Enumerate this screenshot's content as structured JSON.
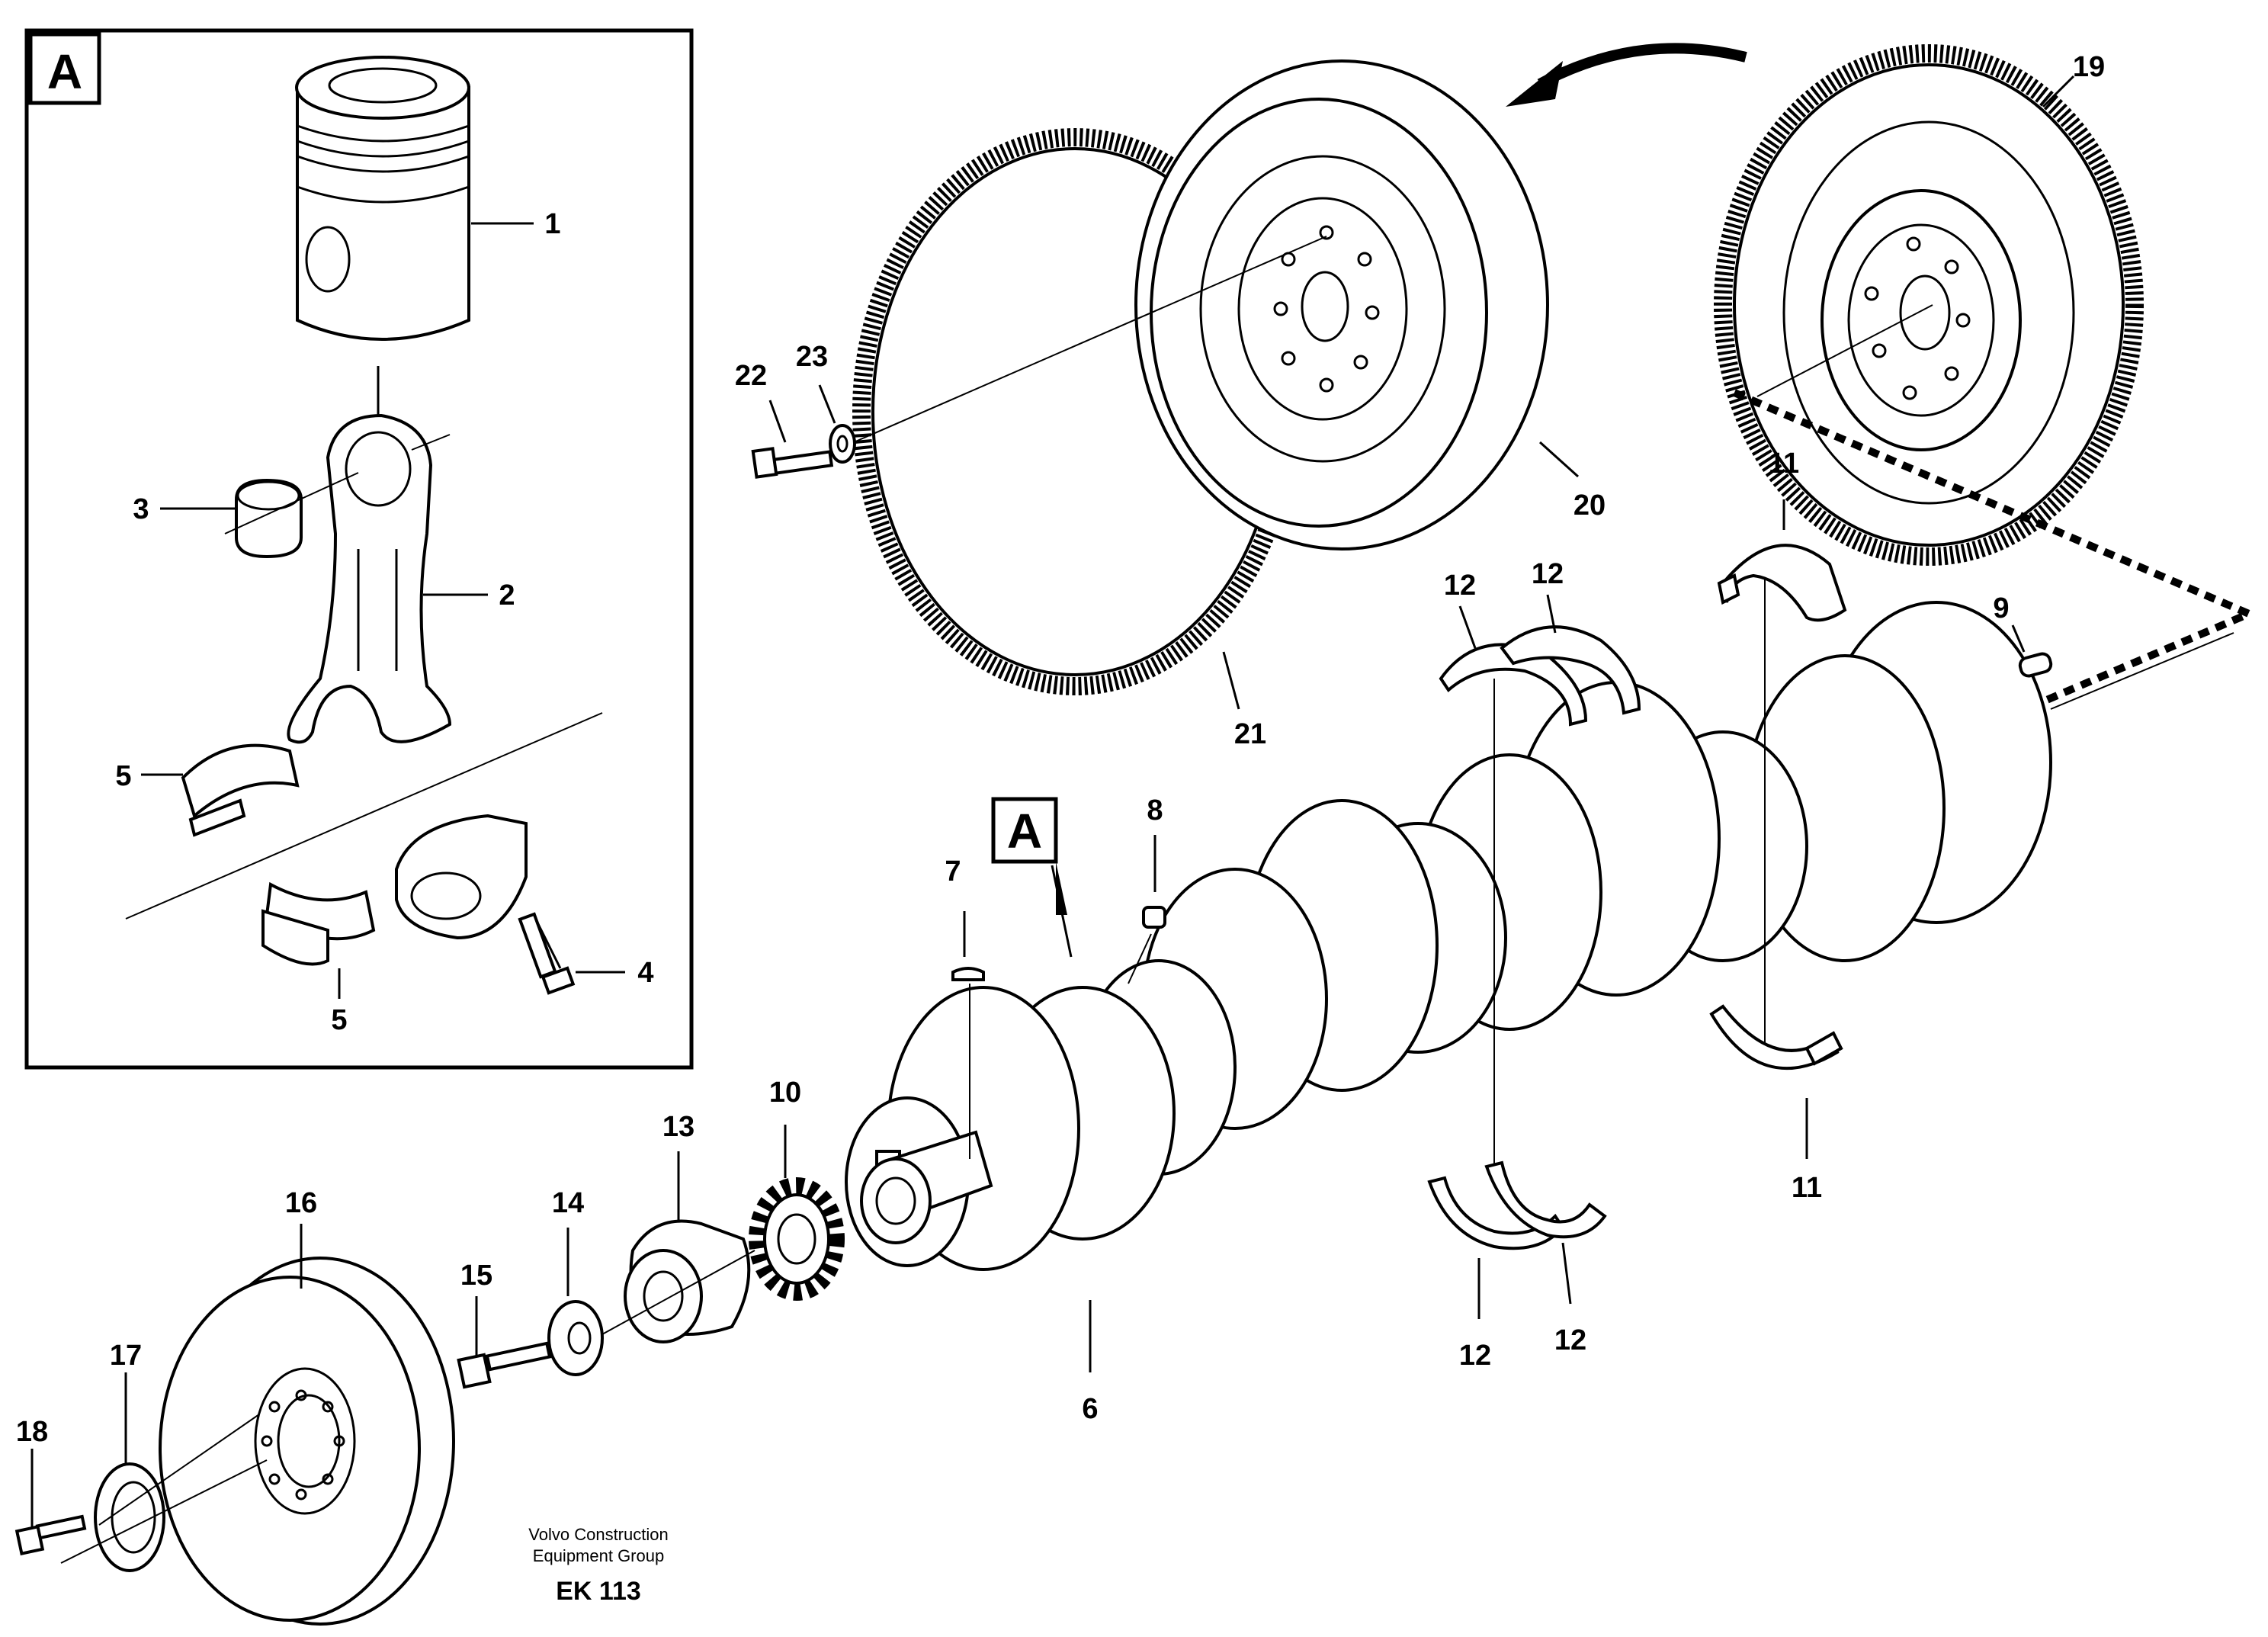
{
  "detail_box": {
    "label": "A"
  },
  "reference_marker": {
    "label": "A"
  },
  "callouts": {
    "c1": "1",
    "c2": "2",
    "c3": "3",
    "c4": "4",
    "c5a": "5",
    "c5b": "5",
    "c6": "6",
    "c7": "7",
    "c8": "8",
    "c9": "9",
    "c10": "10",
    "c11a": "11",
    "c11b": "11",
    "c12a": "12",
    "c12b": "12",
    "c12c": "12",
    "c12d": "12",
    "c13": "13",
    "c14": "14",
    "c15": "15",
    "c16": "16",
    "c17": "17",
    "c18": "18",
    "c19": "19",
    "c20": "20",
    "c21": "21",
    "c22": "22",
    "c23": "23"
  },
  "footer": {
    "line1": "Volvo Construction",
    "line2": "Equipment Group",
    "code": "EK 113"
  }
}
